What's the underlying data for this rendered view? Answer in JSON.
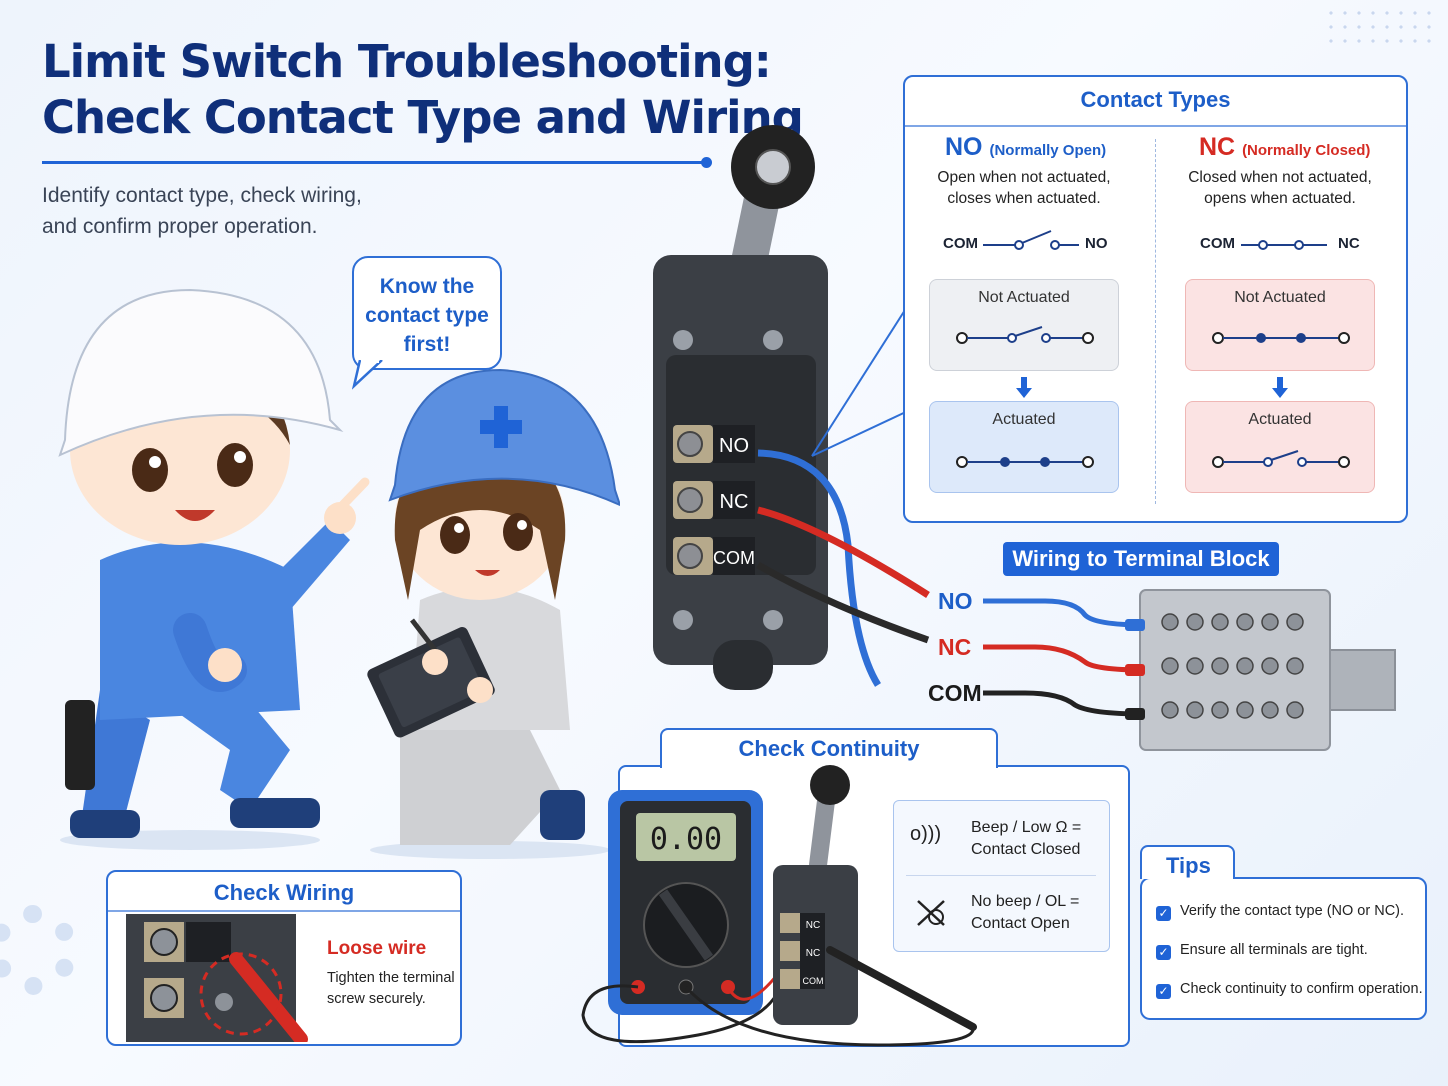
{
  "title_line1": "Limit Switch Troubleshooting:",
  "title_line2": "Check Contact Type and Wiring",
  "subtitle_line1": "Identify contact type, check wiring,",
  "subtitle_line2": "and confirm proper operation.",
  "speech_bubble": {
    "line1": "Know the",
    "line2": "contact type",
    "line3": "first!"
  },
  "contact_types": {
    "title": "Contact Types",
    "no": {
      "abbr": "NO",
      "name": "(Normally Open)",
      "desc_line1": "Open when not actuated,",
      "desc_line2": "closes when actuated.",
      "com_label": "COM",
      "term_label": "NO",
      "state1": "Not Actuated",
      "state2": "Actuated"
    },
    "nc": {
      "abbr": "NC",
      "name": "(Normally Closed)",
      "desc_line1": "Closed when not actuated,",
      "desc_line2": "opens when actuated.",
      "com_label": "COM",
      "term_label": "NC",
      "state1": "Not Actuated",
      "state2": "Actuated"
    }
  },
  "switch_terminals": [
    "NO",
    "NC",
    "COM"
  ],
  "wiring": {
    "title": "Wiring to Terminal Block",
    "labels": [
      "NO",
      "NC",
      "COM"
    ]
  },
  "continuity": {
    "title": "Check Continuity",
    "meter_reading": "0.00",
    "meter_terminals": [
      "NC",
      "NC",
      "COM"
    ],
    "beep_line1": "Beep / Low Ω =",
    "beep_line2": "Contact Closed",
    "nobeep_line1": "No beep / OL =",
    "nobeep_line2": "Contact Open"
  },
  "check_wiring": {
    "title": "Check Wiring",
    "warning": "Loose wire",
    "desc_line1": "Tighten the terminal",
    "desc_line2": "screw securely."
  },
  "tips": {
    "title": "Tips",
    "items": [
      "Verify the contact type (NO or NC).",
      "Ensure all terminals are tight.",
      "Check continuity to confirm operation."
    ]
  },
  "colors": {
    "primary_blue": "#1f63d6",
    "title_navy": "#0f2f7a",
    "nc_red": "#d52b23",
    "no_blue": "#1d5ec8",
    "wire_black": "#222222"
  }
}
